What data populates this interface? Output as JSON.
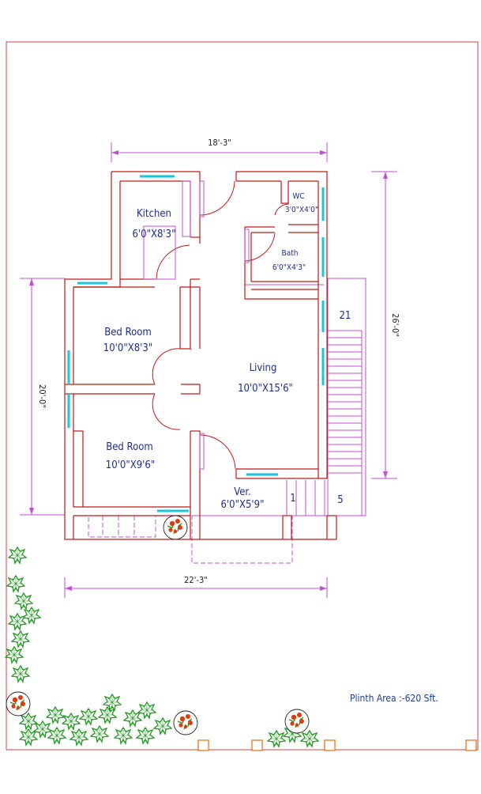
{
  "plan": {
    "rooms": [
      {
        "name": "Kitchen",
        "size": "6'0\"X8'3\""
      },
      {
        "name": "WC",
        "size": "3'0\"X4'0\""
      },
      {
        "name": "Bath",
        "size": "6'0\"X4'3\""
      },
      {
        "name": "Bed Room",
        "size": "10'0\"X8'3\""
      },
      {
        "name": "Living",
        "size": "10'0\"X15'6\""
      },
      {
        "name": "Bed Room",
        "size": "10'0\"X9'6\""
      },
      {
        "name": "Ver.",
        "size": "6'0\"X5'9\""
      }
    ],
    "dimensions": {
      "top_width": "18'-3\"",
      "bottom_width": "22'-3\"",
      "left_height": "20'-0\"",
      "right_height": "26'-0\""
    },
    "stair_labels": {
      "top": "21",
      "bottom_left": "1",
      "bottom_right": "5"
    },
    "plinth_area": "Plinth Area :-620 Sft.",
    "colors": {
      "wall": "#c01818",
      "window": "#19c6d8",
      "dimension": "#c050d0",
      "text": "#1f2d8c",
      "tree": "#1f9a1f",
      "flower": "#e03a10",
      "marker": "#e06a10"
    }
  }
}
